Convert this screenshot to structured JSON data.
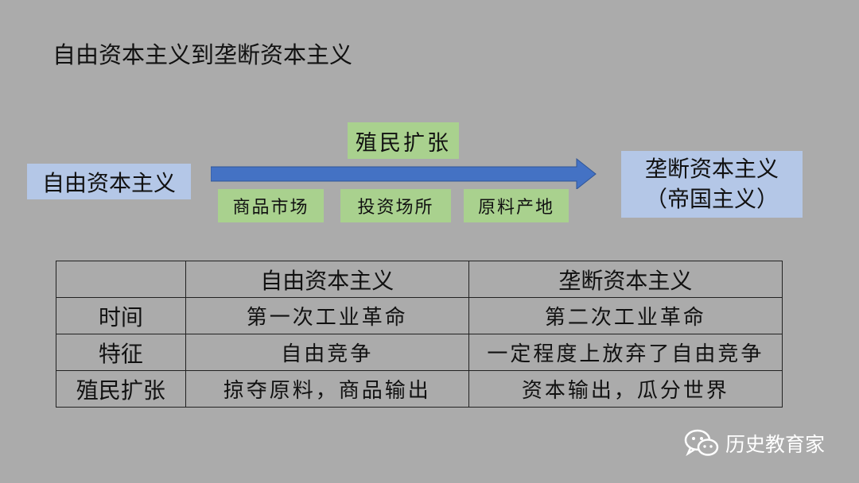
{
  "title": "自由资本主义到垄断资本主义",
  "diagram": {
    "left_box": "自由资本主义",
    "right_box_line1": "垄断资本主义",
    "right_box_line2": "（帝国主义）",
    "arrow_label": "殖民扩张",
    "purposes": [
      "商品市场",
      "投资场所",
      "原料产地"
    ]
  },
  "table": {
    "headers": [
      "",
      "自由资本主义",
      "垄断资本主义"
    ],
    "rows": [
      {
        "label": "时间",
        "free": "第一次工业革命",
        "monopoly": "第二次工业革命"
      },
      {
        "label": "特征",
        "free": "自由竞争",
        "monopoly": "一定程度上放弃了自由竞争"
      },
      {
        "label": "殖民扩张",
        "free": "掠夺原料，商品输出",
        "monopoly": "资本输出，瓜分世界"
      }
    ]
  },
  "watermark": {
    "text": "历史教育家",
    "icon": "wechat-icon"
  },
  "colors": {
    "background": "#ababab",
    "blue_box": "#b4c7e7",
    "green_box": "#a9d18e",
    "arrow": "#4472c4"
  }
}
